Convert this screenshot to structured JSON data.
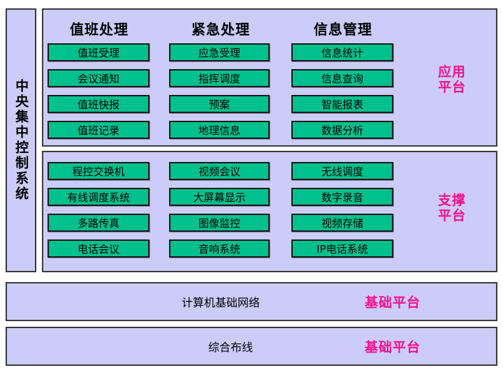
{
  "diagram": {
    "title": "中央集中控制系统",
    "colors": {
      "panel_background": "#ccccf9",
      "panel_border": "#3a3a3a",
      "item_fill": "#00c18d",
      "item_border": "#1a1a1a",
      "platform_label": "#f4108c",
      "text": "#000000",
      "page_background": "#ffffff"
    }
  },
  "sidebar": {
    "label": "中央集中控制系统"
  },
  "application_platform": {
    "platform_label_line1": "应用",
    "platform_label_line2": "平台",
    "columns": [
      {
        "header": "值班处理",
        "items": [
          "值班受理",
          "会议通知",
          "值班快报",
          "值班记录"
        ]
      },
      {
        "header": "紧急处理",
        "items": [
          "应急受理",
          "指挥调度",
          "预案",
          "地理信息"
        ]
      },
      {
        "header": "信息管理",
        "items": [
          "信息统计",
          "信息查询",
          "智能报表",
          "数据分析"
        ]
      }
    ]
  },
  "support_platform": {
    "platform_label_line1": "支撑",
    "platform_label_line2": "平台",
    "columns": [
      {
        "header": "",
        "items": [
          "程控交换机",
          "有线调度系统",
          "多路传真",
          "电话会议"
        ]
      },
      {
        "header": "",
        "items": [
          "视频会议",
          "大屏幕显示",
          "图像监控",
          "音响系统"
        ]
      },
      {
        "header": "",
        "items": [
          "无线调度",
          "数字录音",
          "视频存储",
          "IP电话系统"
        ]
      }
    ]
  },
  "bottom_bars": [
    {
      "title": "计算机基础网络",
      "platform_label": "基础平台"
    },
    {
      "title": "综合布线",
      "platform_label": "基础平台"
    }
  ]
}
